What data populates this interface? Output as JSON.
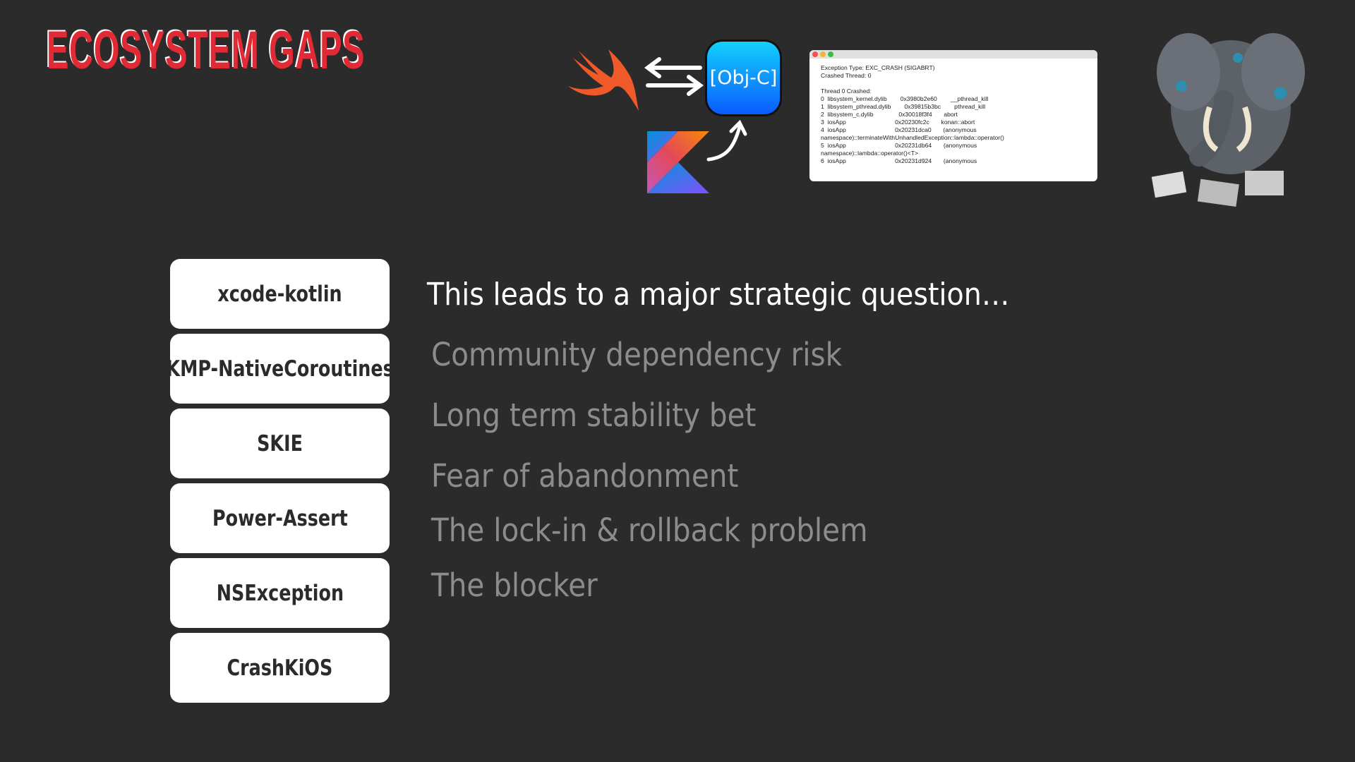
{
  "slide": {
    "title": "ECOSYSTEM GAPS",
    "title_color": "#e02a35",
    "background_color": "#2b2b2b"
  },
  "illustrations": {
    "swift_logo_icon": "swift-logo",
    "kotlin_logo_icon": "kotlin-logo",
    "objc_label": "[Obj-C]",
    "elephant_icon": "elephant-smashing-devices"
  },
  "crash_log": {
    "lines": [
      "Exception Type: EXC_CRASH (SIGABRT)",
      "Crashed Thread: 0",
      "",
      "Thread 0 Crashed:",
      "0  libsystem_kernel.dylib        0x3980b2e60        __pthread_kill",
      "1  libsystem_pthread.dylib        0x39815b3bc        pthread_kill",
      "2  libsystem_c.dylib               0x30018f3f4       abort",
      "3  iosApp                             0x20230fc2c       konan::abort",
      "4  iosApp                             0x20231dca0       (anonymous",
      "namespace)::terminateWithUnhandledException::lambda::operator()",
      "5  iosApp                             0x20231db64       (anonymous",
      "namespace)::lambda::operator()<T>",
      "6  iosApp                             0x20231d924       (anonymous"
    ]
  },
  "libraries": [
    {
      "label": "xcode-kotlin"
    },
    {
      "label": "KMP-NativeCoroutines"
    },
    {
      "label": "SKIE"
    },
    {
      "label": "Power-Assert"
    },
    {
      "label": "NSException"
    },
    {
      "label": "CrashKiOS"
    }
  ],
  "headline": "This leads to a major strategic question…",
  "points": [
    "Community dependency risk",
    "Long term stability bet",
    "Fear of abandonment",
    "The lock-in & rollback problem",
    "The blocker"
  ]
}
